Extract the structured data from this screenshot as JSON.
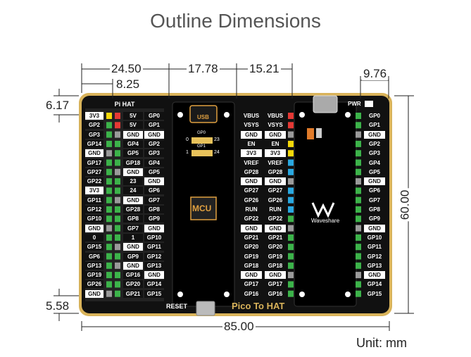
{
  "title": "Outline Dimensions",
  "unit_label": "Unit: mm",
  "dimensions": {
    "top_left_width": "24.50",
    "mcu_gap": "17.78",
    "pico_right": "15.21",
    "header_width": "8.25",
    "right_margin": "9.76",
    "top_offset": "6.17",
    "bottom_offset": "5.58",
    "total_height": "60.00",
    "total_width": "85.00"
  },
  "board": {
    "pi_hat_label": "Pi HAT",
    "pwr_label": "PWR",
    "reset_label": "RESET",
    "board_name": "Pico To HAT",
    "usb_label": "USB",
    "mcu_label": "MCU",
    "brand": "Waveshare",
    "gp0_jumper": "GP0",
    "gp1_jumper": "GP1",
    "j_left0": "0",
    "j_right0": "23",
    "j_left1": "1",
    "j_right1": "24"
  },
  "left_header": {
    "rows": [
      {
        "a": "3V3",
        "b": "5V",
        "c": "GP0"
      },
      {
        "a": "GP2",
        "b": "5V",
        "c": "GP1"
      },
      {
        "a": "GP3",
        "b": "GND",
        "c": "GND"
      },
      {
        "a": "GP14",
        "b": "GP4",
        "c": "GP2"
      },
      {
        "a": "GND",
        "b": "GP5",
        "c": "GP3"
      },
      {
        "a": "GP17",
        "b": "GP18",
        "c": "GP4"
      },
      {
        "a": "GP27",
        "b": "GND",
        "c": "GP5"
      },
      {
        "a": "GP22",
        "b": "23",
        "c": "GND"
      },
      {
        "a": "3V3",
        "b": "24",
        "c": "GP6"
      },
      {
        "a": "GP11",
        "b": "GND",
        "c": "GP7"
      },
      {
        "a": "GP12",
        "b": "GP28",
        "c": "GP8"
      },
      {
        "a": "GP10",
        "b": "GP8",
        "c": "GP9"
      },
      {
        "a": "GND",
        "b": "GP7",
        "c": "GND"
      },
      {
        "a": "0",
        "b": "1",
        "c": "GP10"
      },
      {
        "a": "GP15",
        "b": "GND",
        "c": "GP11"
      },
      {
        "a": "GP6",
        "b": "GP9",
        "c": "GP12"
      },
      {
        "a": "GP13",
        "b": "GND",
        "c": "GP13"
      },
      {
        "a": "GP19",
        "b": "GP16",
        "c": "GND"
      },
      {
        "a": "GP26",
        "b": "GP20",
        "c": "GP14"
      },
      {
        "a": "GND",
        "b": "GP21",
        "c": "GP15"
      }
    ]
  },
  "pico_right_cols": {
    "rows": [
      {
        "a": "VBUS",
        "b": "VBUS"
      },
      {
        "a": "VSYS",
        "b": "VSYS"
      },
      {
        "a": "GND",
        "b": "GND"
      },
      {
        "a": "EN",
        "b": "EN"
      },
      {
        "a": "3V3",
        "b": "3V3"
      },
      {
        "a": "VREF",
        "b": "VREF"
      },
      {
        "a": "GP28",
        "b": "GP28"
      },
      {
        "a": "GND",
        "b": "GND"
      },
      {
        "a": "GP27",
        "b": "GP27"
      },
      {
        "a": "GP26",
        "b": "GP26"
      },
      {
        "a": "RUN",
        "b": "RUN"
      },
      {
        "a": "GP22",
        "b": "GP22"
      },
      {
        "a": "GND",
        "b": "GND"
      },
      {
        "a": "GP21",
        "b": "GP21"
      },
      {
        "a": "GP20",
        "b": "GP20"
      },
      {
        "a": "GP19",
        "b": "GP19"
      },
      {
        "a": "GP18",
        "b": "GP18"
      },
      {
        "a": "GND",
        "b": "GND"
      },
      {
        "a": "GP17",
        "b": "GP17"
      },
      {
        "a": "GP16",
        "b": "GP16"
      }
    ]
  },
  "right_header": {
    "labels": [
      "GP0",
      "GP1",
      "GND",
      "GP2",
      "GP3",
      "GP4",
      "GP5",
      "GND",
      "GP6",
      "GP7",
      "GP8",
      "GP9",
      "GND",
      "GP10",
      "GP11",
      "GP12",
      "GP13",
      "GND",
      "GP14",
      "GP15"
    ]
  },
  "colors": {
    "board": "#111111",
    "edge": "#d9b35a",
    "header_green": "#3cb34a",
    "red": "#e53935",
    "yellow": "#f5d90a",
    "blue": "#2aa8e0",
    "gray": "#9a9a9a"
  }
}
